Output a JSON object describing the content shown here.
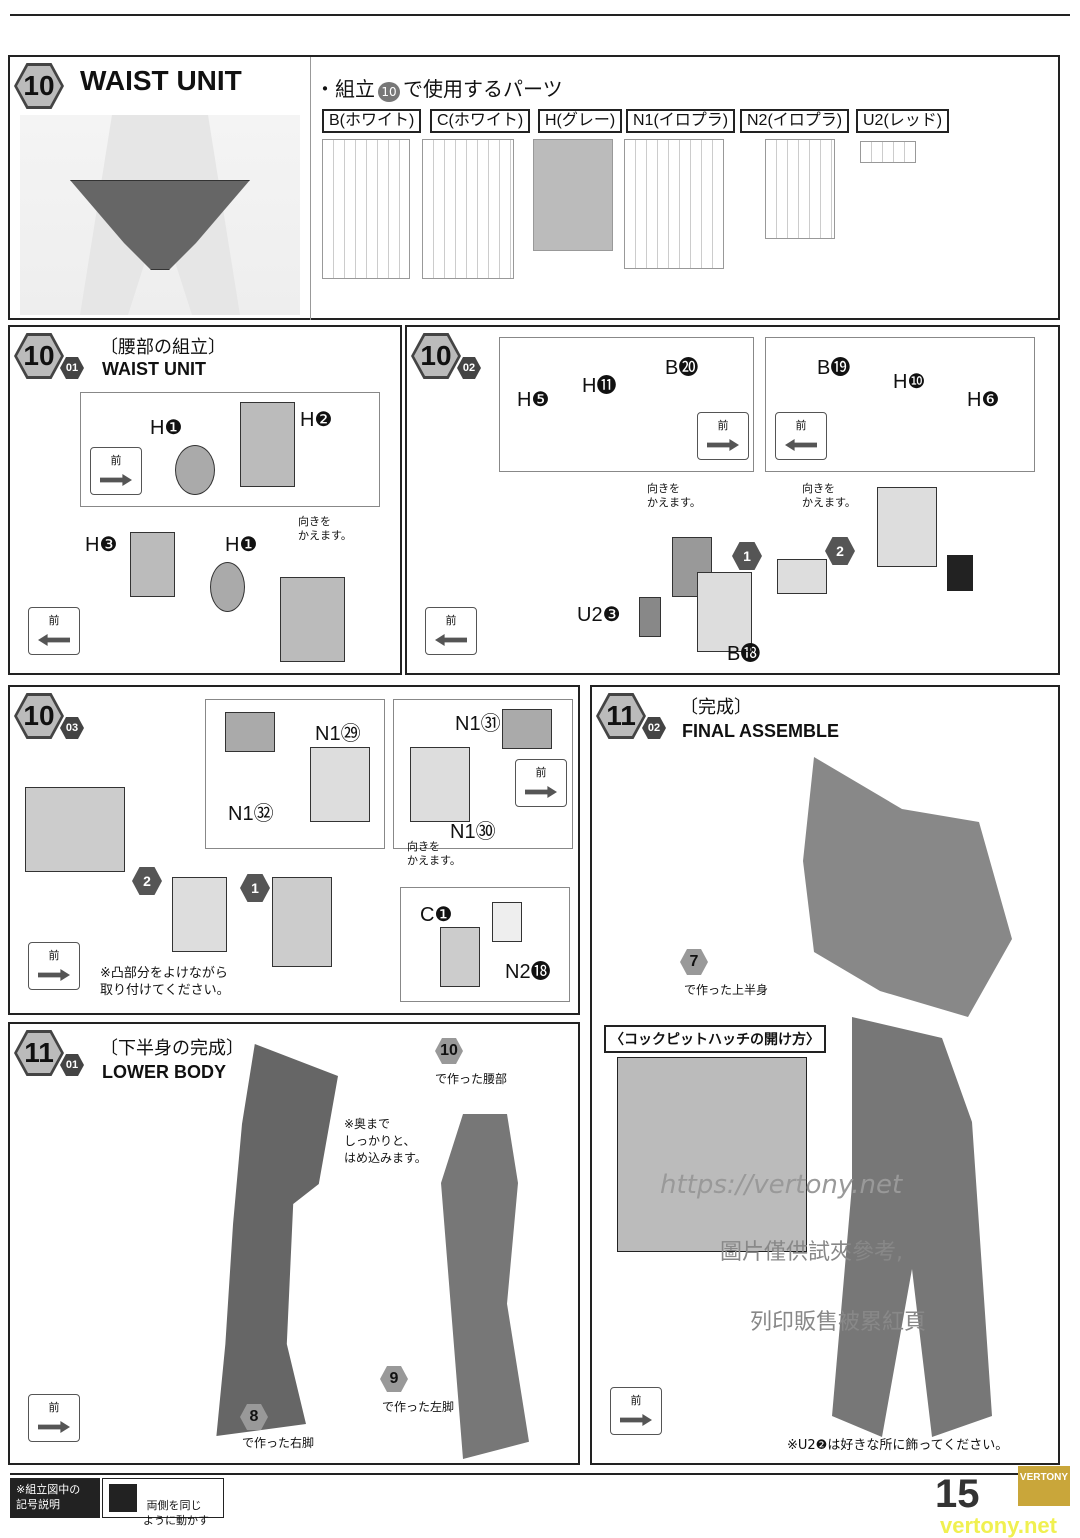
{
  "section10": {
    "number": "10",
    "title": "WAIST UNIT",
    "parts_heading": "・組立",
    "parts_heading_suffix": "で使用するパーツ",
    "runners": [
      "B(ホワイト)",
      "C(ホワイト)",
      "H(グレー)",
      "N1(イロプラ)",
      "N2(イロプラ)",
      "U2(レッド)"
    ]
  },
  "step1001": {
    "num": "10",
    "sub": "01",
    "title_jp": "〔腰部の組立〕",
    "title": "WAIST UNIT",
    "labels": [
      "H❶",
      "H❷",
      "H❸",
      "H❶"
    ],
    "note": "向きを\nかえます。"
  },
  "step1002": {
    "num": "10",
    "sub": "02",
    "labels": [
      "H❺",
      "H⓫",
      "B⓴",
      "B⓳",
      "H❿",
      "H❻",
      "U2❸",
      "B⓲"
    ],
    "note": "向きを\nかえます。",
    "arrow1": "1",
    "arrow2": "2"
  },
  "step1003": {
    "num": "10",
    "sub": "03",
    "labels": [
      "N1㉙",
      "N1㉜",
      "N1㉛",
      "N1㉚",
      "C❶",
      "N2⓲"
    ],
    "note_turn": "向きを\nかえます。",
    "note": "※凸部分をよけながら\n取り付けてください。",
    "arrow1": "1",
    "arrow2": "2"
  },
  "step1101": {
    "num": "11",
    "sub": "01",
    "title_jp": "〔下半身の完成〕",
    "title": "LOWER BODY",
    "ref10": "10",
    "ref10_text": "で作った腰部",
    "ref8": "8",
    "ref8_text": "で作った右脚",
    "ref9": "9",
    "ref9_text": "で作った左脚",
    "note": "※奥まで\nしっかりと、\nはめ込みます。"
  },
  "step1102": {
    "num": "11",
    "sub": "02",
    "title_jp": "〔完成〕",
    "title": "FINAL ASSEMBLE",
    "ref7": "7",
    "ref7_text": "で作った上半身",
    "cockpit": "〈コックピットハッチの開け方〉",
    "note": "※U2❷は好きな所に飾ってください。"
  },
  "front_label": "前",
  "legend": {
    "title": "※組立図中の\n記号説明",
    "item": "両側を同じ\nように動かす"
  },
  "page_number": "15",
  "watermark": {
    "line1": "https://vertony.net",
    "line2": "圖片僅供試夾參考,",
    "line3": "列印販售被累紅頁",
    "logo": "VERTONY",
    "site": "vertony.net"
  }
}
